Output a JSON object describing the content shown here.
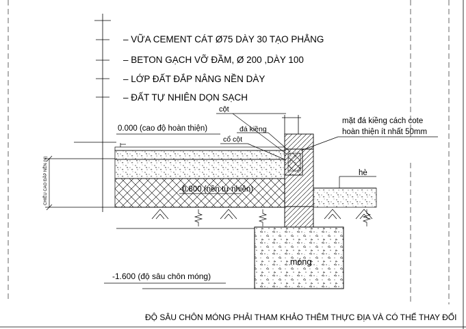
{
  "layers": [
    "– VỮA CEMENT CÁT Ø75 DÀY 30 TẠO PHẲNG",
    "– BETON GẠCH VỠ ĐẦM, Ø 200 ,DÀY 100",
    "– LỚP ĐẤT ĐẮP NÂNG NỀN DÀY",
    "– ĐẤT TỰ NHIÊN DỌN SẠCH"
  ],
  "labels": {
    "column": "cột",
    "tile_stone": "đá kiềng",
    "column_neck": "cổ cột",
    "level_zero": "0.000 (cao độ hoàn thiện)",
    "natural_ground": "-0.800 (nền tự nhiên)",
    "sidewalk": "hè",
    "foundation": "móng",
    "foundation_depth": "-1.600 (độ sâu chôn móng)",
    "fill_height": "CHIỀU CAO ĐẮP NỀN (H)",
    "note_line1": "mặt đá  kiềng cách cote",
    "note_line2": "hoàn thiện ít nhất 50mm",
    "footer": "ĐỘ SÂU CHÔN MÓNG PHẢI THAM KHẢO THÊM THỰC ĐỊA VÀ CÓ THỂ  THAY ĐỔI"
  }
}
